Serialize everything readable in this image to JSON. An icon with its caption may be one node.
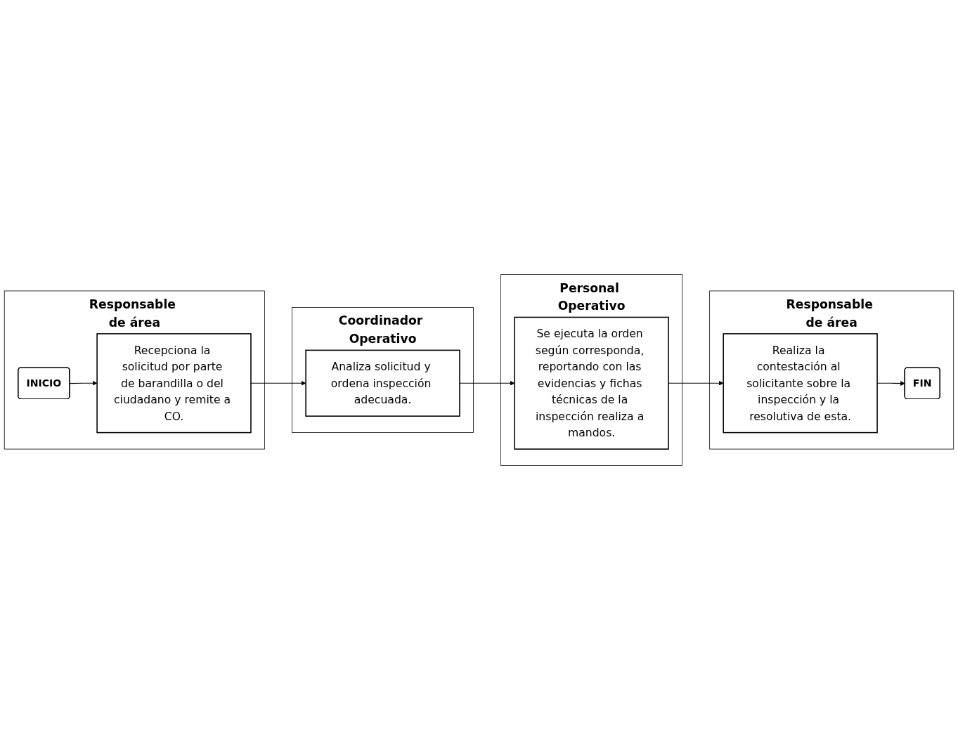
{
  "diagram": {
    "nodes": [
      {
        "text": [
          "Responsable de área"
        ]
      },
      {
        "text": [
          "INICIO"
        ],
        "in": 0
      },
      {
        "text": [
          "Recepciona la solicitud por parte de barandilla o del ciudadano y remite a CO."
        ],
        "in": 0
      },
      {
        "text": [
          "Coordinador Operativo"
        ]
      },
      {
        "text": [
          "Analiza solicitud y ordena inspección adecuada."
        ],
        "in": 3
      },
      {
        "text": [
          "Personal Operativo"
        ]
      },
      {
        "text": [
          "Se ejecuta la orden según corresponda, reportando con las evidencias y fichas técnicas de la inspección realiza a mandos."
        ],
        "in": 5
      },
      {
        "text": [
          "Responsable de área"
        ]
      },
      {
        "text": [
          "Realiza la contestación al solicitante sobre la inspección y la resolutiva de esta."
        ],
        "in": 7
      },
      {
        "text": [
          "FIN"
        ],
        "in": 7
      }
    ],
    "edges": [
      {
        "from": 1,
        "to": 2,
        "arrow": "to"
      },
      {
        "from": 2,
        "to": 4,
        "arrow": "to"
      },
      {
        "from": 4,
        "to": 6,
        "arrow": "to"
      },
      {
        "from": 6,
        "to": 8,
        "arrow": "to"
      },
      {
        "from": 8,
        "to": 9,
        "arrow": "to"
      }
    ]
  }
}
